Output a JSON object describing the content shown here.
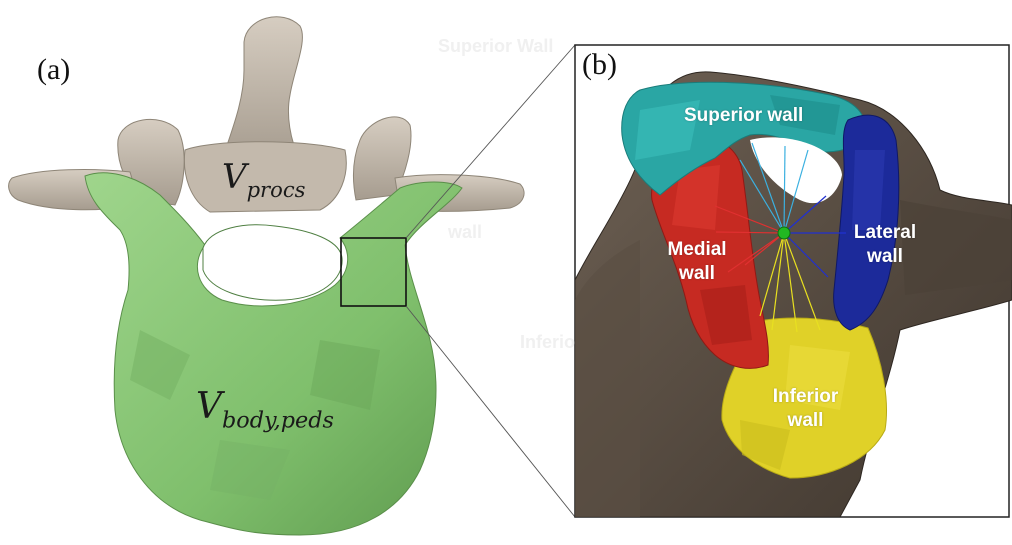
{
  "panels": {
    "a": {
      "label": "(a)",
      "regions": [
        {
          "name": "V",
          "sub": "procs",
          "color": "#c9bfb2"
        },
        {
          "name": "V",
          "sub": "body,peds",
          "color": "#86c574"
        }
      ]
    },
    "b": {
      "label": "(b)",
      "walls": {
        "superior": {
          "label": "Superior wall",
          "color": "#2aa6a4"
        },
        "medial": {
          "label_line1": "Medial",
          "label_line2": "wall",
          "color": "#c92b24"
        },
        "lateral": {
          "label_line1": "Lateral",
          "label_line2": "wall",
          "color": "#1c2a9a"
        },
        "inferior": {
          "label_line1": "Inferior",
          "label_line2": "wall",
          "color": "#e3d52a"
        }
      },
      "ghost_text": [
        "Superior Wall",
        "wall",
        "Inferio"
      ]
    }
  }
}
